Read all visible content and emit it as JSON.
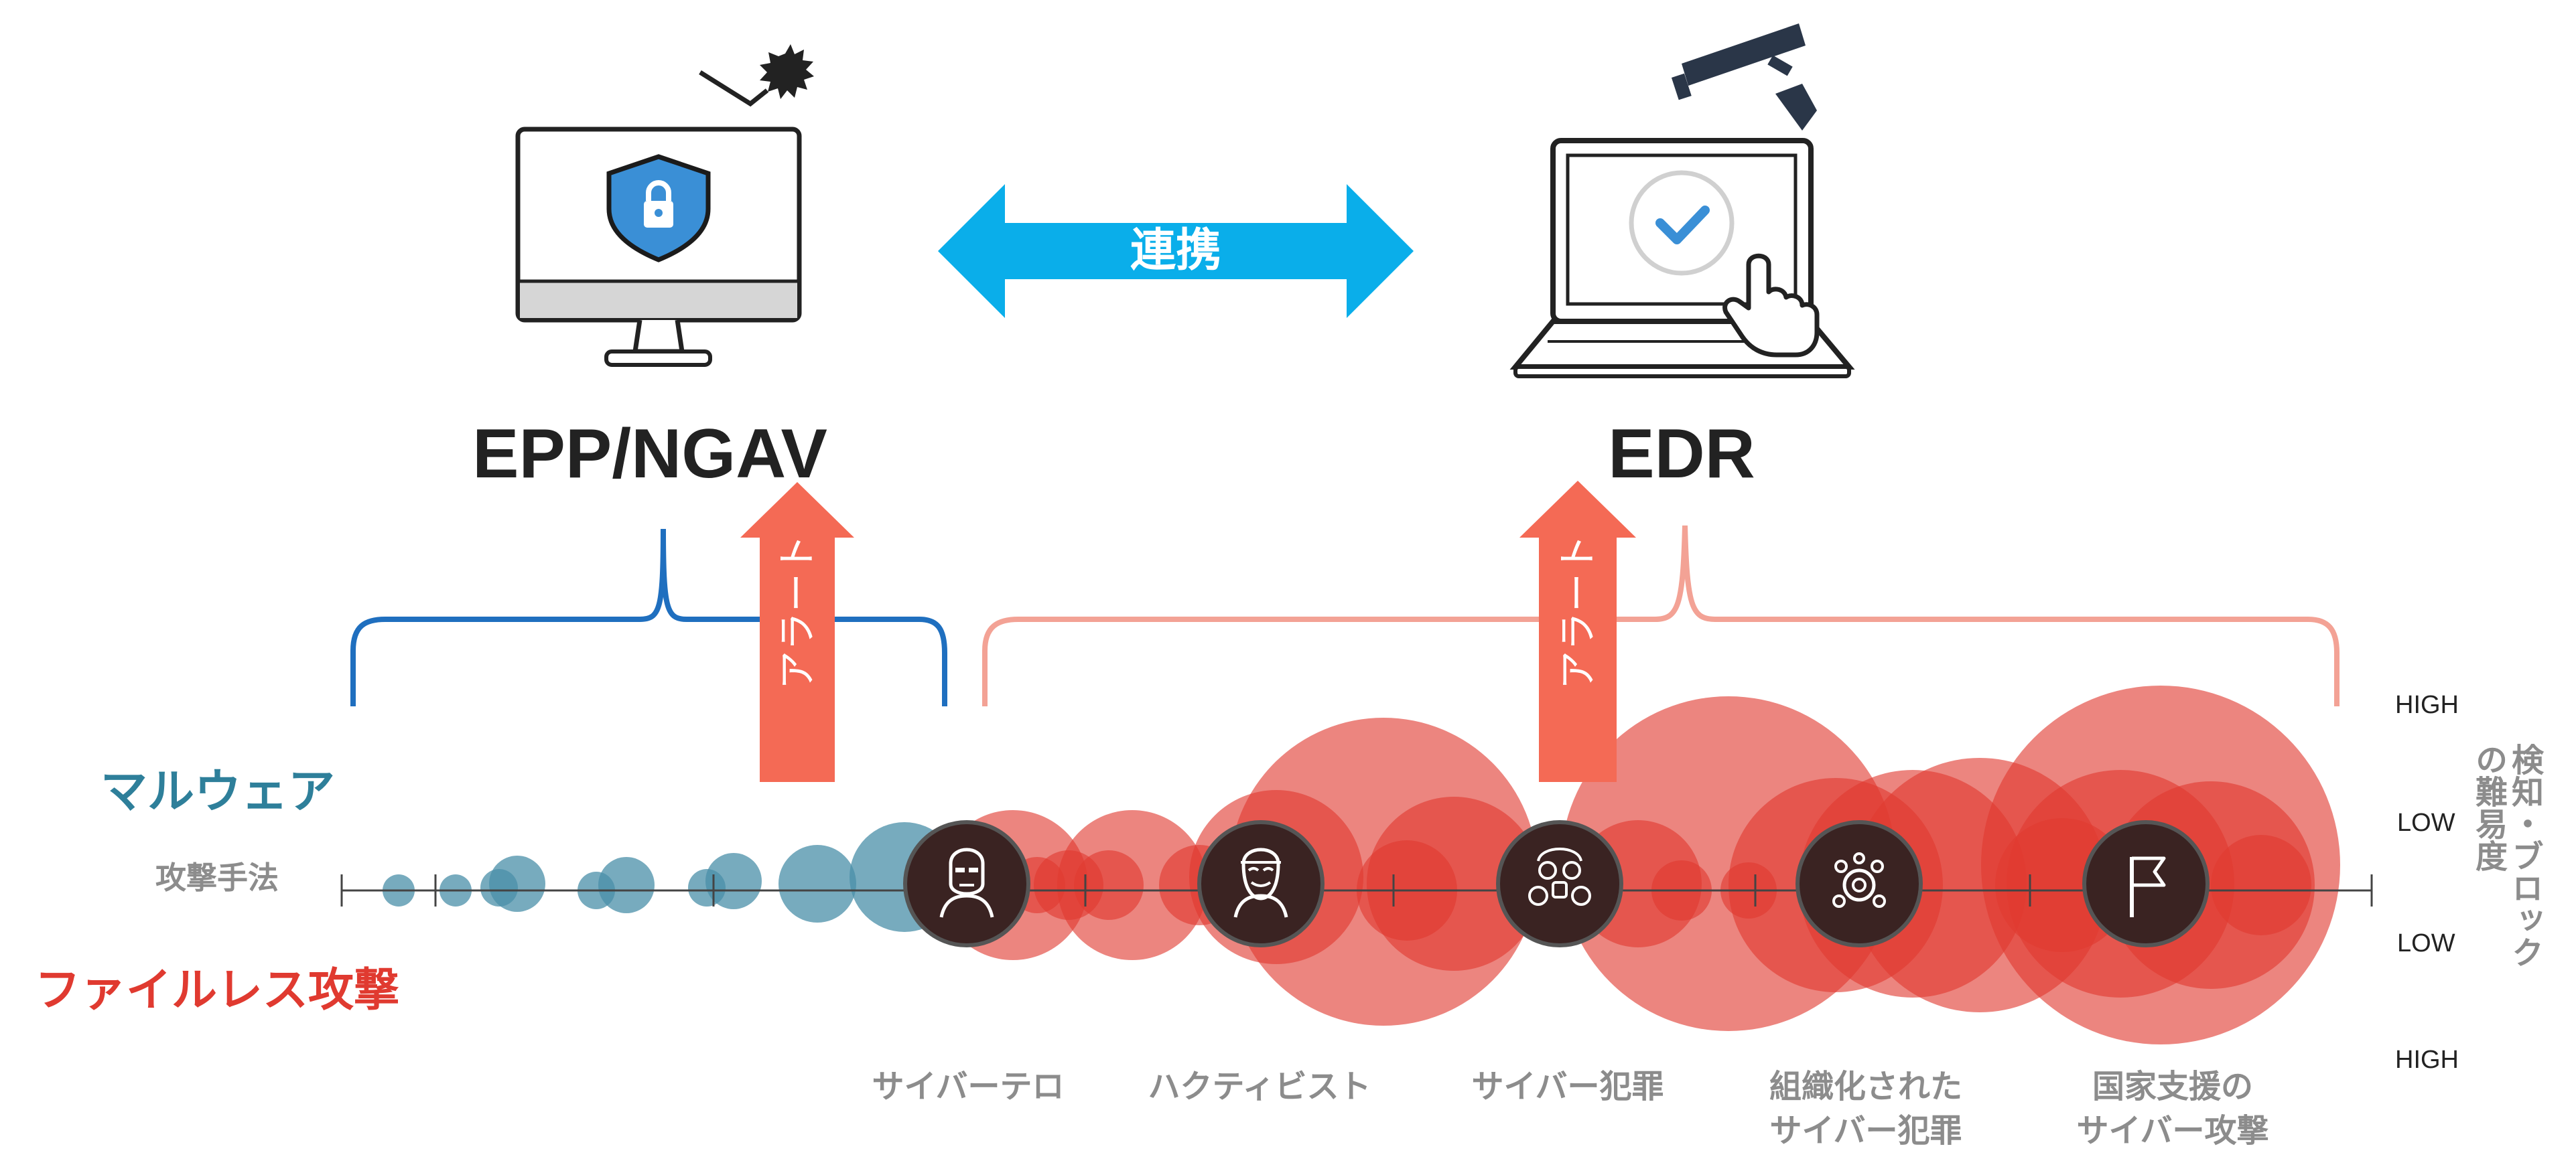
{
  "products": {
    "left": "EPP/NGAV",
    "right": "EDR",
    "link": "連携"
  },
  "alerts": [
    "アラート",
    "アラート"
  ],
  "legend": {
    "malware": "マルウェア",
    "attack_method": "攻撃手法",
    "fileless": "ファイルレス攻撃"
  },
  "categories": [
    {
      "line1": "サイバーテロ",
      "line2": "",
      "icon": "terrorist-icon"
    },
    {
      "line1": "ハクティビスト",
      "line2": "",
      "icon": "hacktivist-icon"
    },
    {
      "line1": "サイバー犯罪",
      "line2": "",
      "icon": "gasmask-criminal-icon"
    },
    {
      "line1": "組織化された",
      "line2": "サイバー犯罪",
      "icon": "organized-network-icon"
    },
    {
      "line1": "国家支援の",
      "line2": "サイバー攻撃",
      "icon": "flag-icon"
    }
  ],
  "scale": {
    "high_top": "HIGH",
    "low_top": "LOW",
    "low_bottom": "LOW",
    "high_bottom": "HIGH",
    "axis_title_line1": "検知・ブロック",
    "axis_title_line2": "の難易度"
  },
  "colors": {
    "malware_bubble": "#4a8fa8",
    "fileless_bubble": "#e03a30",
    "link_arrow": "#0aaeea",
    "alert_arrow": "#f46a55",
    "epp_bracket": "#1f6fbf",
    "edr_bracket": "#f3a295",
    "icon_circle": "#3a2322"
  }
}
